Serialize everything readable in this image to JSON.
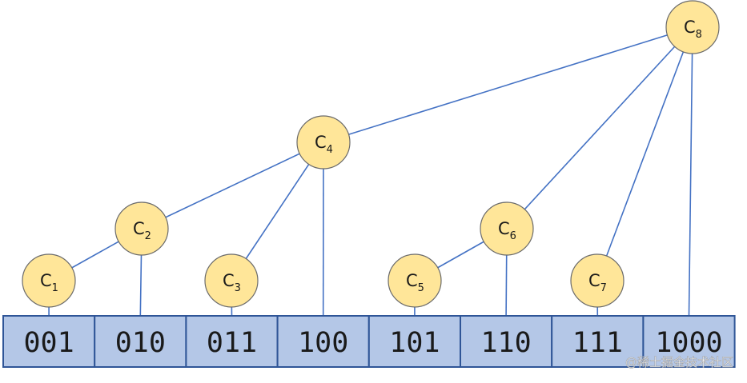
{
  "nodes": [
    {
      "id": "c1",
      "base": "C",
      "sub": "1"
    },
    {
      "id": "c2",
      "base": "C",
      "sub": "2"
    },
    {
      "id": "c3",
      "base": "C",
      "sub": "3"
    },
    {
      "id": "c4",
      "base": "C",
      "sub": "4"
    },
    {
      "id": "c5",
      "base": "C",
      "sub": "5"
    },
    {
      "id": "c6",
      "base": "C",
      "sub": "6"
    },
    {
      "id": "c7",
      "base": "C",
      "sub": "7"
    },
    {
      "id": "c8",
      "base": "C",
      "sub": "8"
    }
  ],
  "cells": [
    "001",
    "010",
    "011",
    "100",
    "101",
    "110",
    "111",
    "1000"
  ],
  "edges": [
    [
      "c1",
      "c2"
    ],
    [
      "c2",
      "c4"
    ],
    [
      "c3",
      "c4"
    ],
    [
      "c4",
      "c8"
    ],
    [
      "c5",
      "c6"
    ],
    [
      "c6",
      "c8"
    ],
    [
      "c7",
      "c8"
    ]
  ],
  "watermark": "@稀土掘金技术社区",
  "colors": {
    "node_fill": "#ffe699",
    "cell_fill": "#b4c7e7",
    "edge": "#4472c4"
  }
}
